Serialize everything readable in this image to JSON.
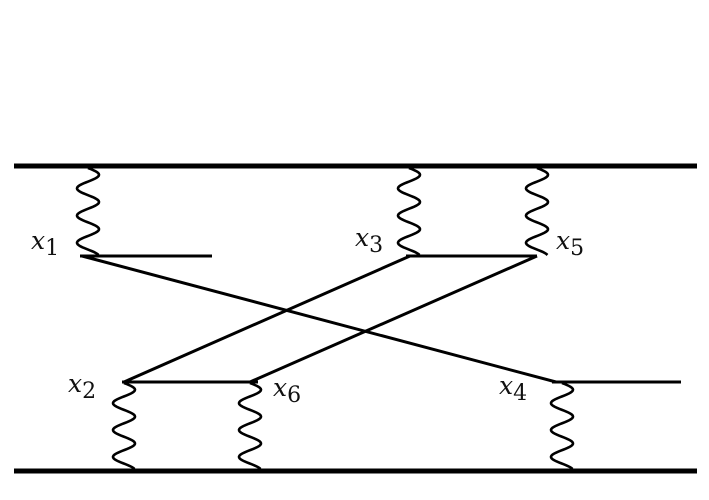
{
  "diagram": {
    "labels": {
      "x1": {
        "base": "x",
        "sub": "1"
      },
      "x2": {
        "base": "x",
        "sub": "2"
      },
      "x3": {
        "base": "x",
        "sub": "3"
      },
      "x4": {
        "base": "x",
        "sub": "4"
      },
      "x5": {
        "base": "x",
        "sub": "5"
      },
      "x6": {
        "base": "x",
        "sub": "6"
      }
    },
    "colors": {
      "stroke": "#000000",
      "background": "#ffffff"
    }
  }
}
